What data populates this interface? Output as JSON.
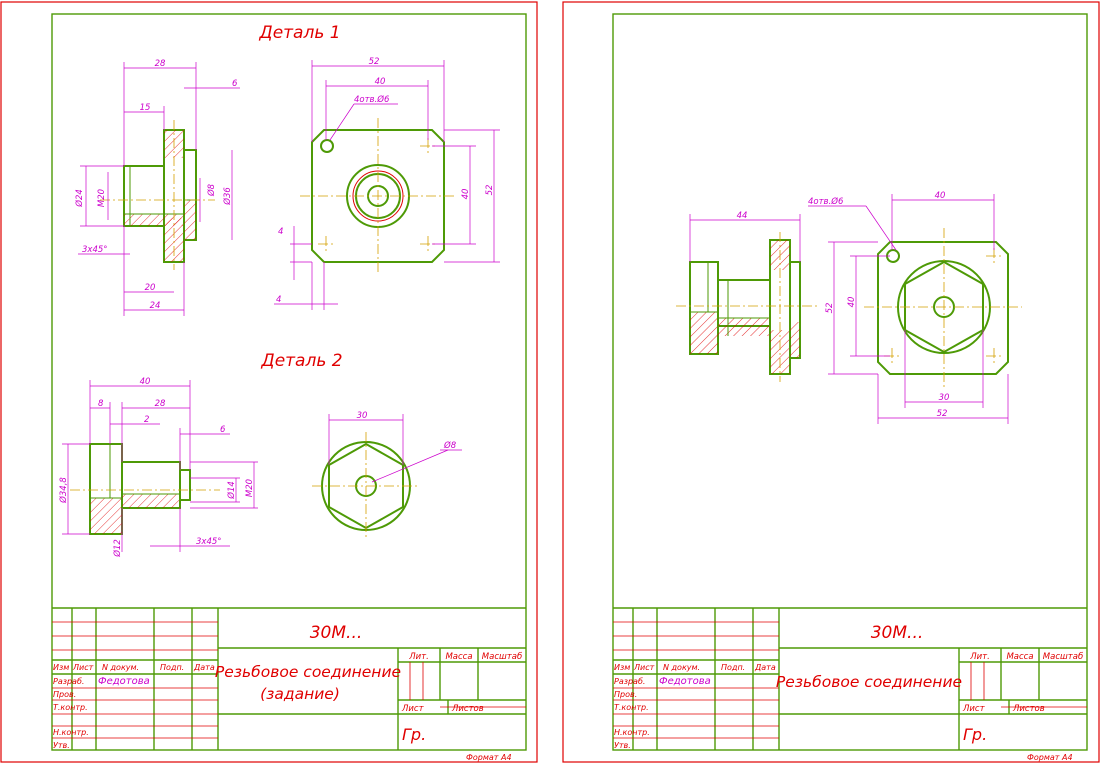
{
  "sheet1": {
    "detail1_title": "Деталь 1",
    "detail2_title": "Деталь 2",
    "d1_side": {
      "d28": "28",
      "d6": "6",
      "d15": "15",
      "d24": "Ø24",
      "m20": "M20",
      "d8": "Ø8",
      "d36": "Ø36",
      "chamfer": "3x45°",
      "d20": "20",
      "d24b": "24"
    },
    "d1_front": {
      "d52": "52",
      "d40": "40",
      "holes": "4отв.Ø6",
      "v40": "40",
      "v52": "52",
      "d4a": "4",
      "d4b": "4"
    },
    "d2_side": {
      "d40": "40",
      "d8": "8",
      "d28": "28",
      "d2": "2",
      "d6": "6",
      "d348": "Ø34,8",
      "d14": "Ø14",
      "m20": "M20",
      "d12": "Ø12",
      "chamfer": "3x45°"
    },
    "d2_front": {
      "d30": "30",
      "d8": "Ø8"
    },
    "title_block": {
      "code": "30М...",
      "name_line1": "Резьбовое соединение",
      "name_line2": "(задание)",
      "lit": "Лит.",
      "mass": "Масса",
      "scale": "Масштаб",
      "sheet": "Лист",
      "sheets": "Листов",
      "group": "Гр.",
      "izm": "Изм",
      "list": "Лист",
      "doc": "N докум.",
      "sign": "Подп.",
      "date": "Дата",
      "razrab": "Разраб.",
      "author": "Федотова",
      "prov": "Пров.",
      "tkontr": "Т.контр.",
      "nkontr": "Н.контр.",
      "utv": "Утв.",
      "format": "Формат А4"
    }
  },
  "sheet2": {
    "side": {
      "d44": "44"
    },
    "front": {
      "holes": "4отв.Ø6",
      "d40": "40",
      "v52": "52",
      "v40": "40",
      "d30": "30",
      "d52": "52"
    },
    "title_block": {
      "code": "30М...",
      "name_line1": "Резьбовое соединение",
      "lit": "Лит.",
      "mass": "Масса",
      "scale": "Масштаб",
      "sheet": "Лист",
      "sheets": "Листов",
      "group": "Гр.",
      "izm": "Изм",
      "list": "Лист",
      "doc": "N докум.",
      "sign": "Подп.",
      "date": "Дата",
      "razrab": "Разраб.",
      "author": "Федотова",
      "prov": "Пров.",
      "tkontr": "Т.контр.",
      "nkontr": "Н.контр.",
      "utv": "Утв.",
      "format": "Формат А4"
    }
  }
}
